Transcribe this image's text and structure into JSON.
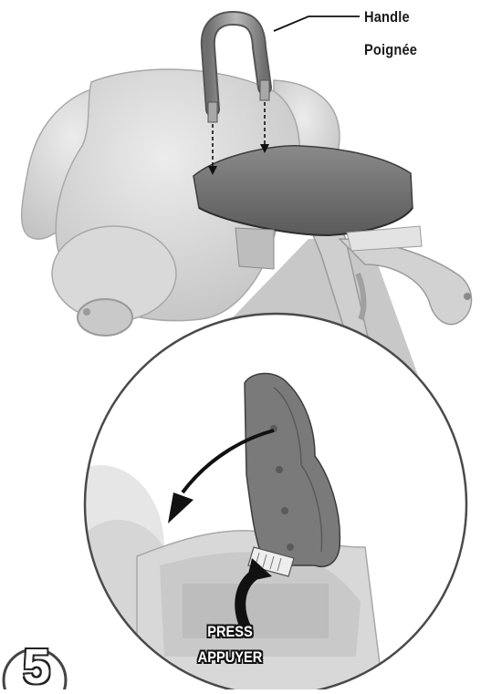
{
  "callouts": {
    "handle_en": "Handle",
    "handle_fr": "Poignée"
  },
  "action": {
    "press_en": "PRESS",
    "press_fr": "APPUYER"
  },
  "step": {
    "number": "5"
  },
  "colors": {
    "toy_body": "#d7d7d7",
    "seat": "#6f6f6f",
    "handle": "#8a8a8a",
    "outline": "#4a4a4a",
    "arrow": "#111111"
  }
}
